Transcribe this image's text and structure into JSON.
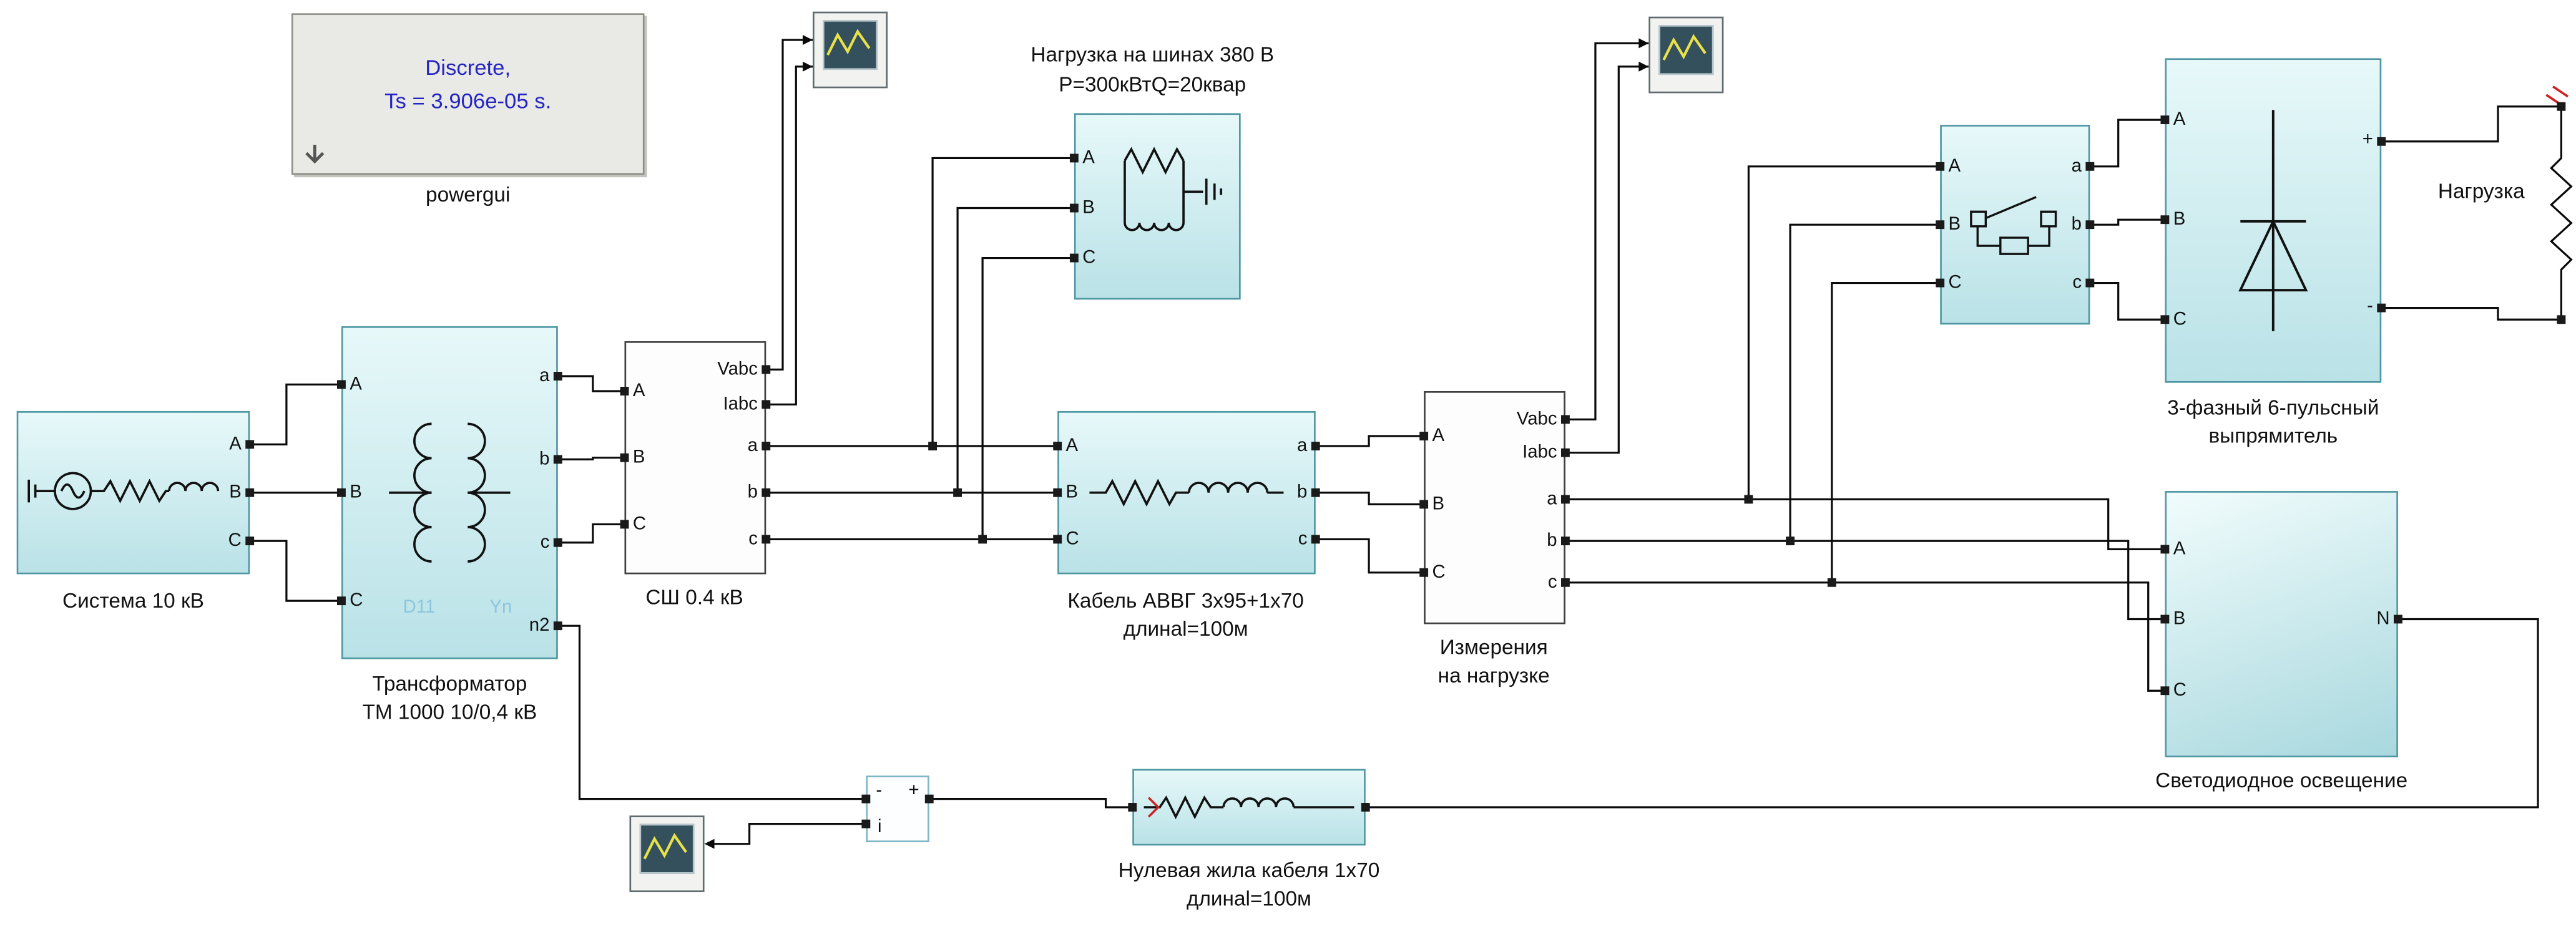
{
  "powergui": {
    "line1": "Discrete,",
    "line2": "Ts = 3.906e-05 s.",
    "name": "powergui"
  },
  "source": {
    "label": "Система 10 кВ",
    "portA": "A",
    "portB": "B",
    "portC": "C"
  },
  "transformer": {
    "label1": "Трансформатор",
    "label2": "ТМ 1000 10/0,4 кВ",
    "primary": "D11",
    "secondary": "Yn",
    "inA": "A",
    "inB": "B",
    "inC": "C",
    "outA": "a",
    "outB": "b",
    "outC": "c",
    "outN": "n2"
  },
  "bus": {
    "label": "СШ 0.4 кВ",
    "inA": "A",
    "inB": "B",
    "inC": "C",
    "outV": "Vabc",
    "outI": "Iabc",
    "outA": "a",
    "outB": "b",
    "outC": "c"
  },
  "busLoad": {
    "title1": "Нагрузка на шинах 380 В",
    "title2": "P=300кВтQ=20квар",
    "inA": "A",
    "inB": "B",
    "inC": "C"
  },
  "cable": {
    "label1": "Кабель АВВГ 3х95+1х70",
    "label2": "длинаl=100м",
    "inA": "A",
    "inB": "B",
    "inC": "C",
    "outA": "a",
    "outB": "b",
    "outC": "c"
  },
  "loadMeasure": {
    "label1": "Измерения",
    "label2": "на нагрузке",
    "inA": "A",
    "inB": "B",
    "inC": "C",
    "outV": "Vabc",
    "outI": "Iabc",
    "outA": "a",
    "outB": "b",
    "outC": "c"
  },
  "breaker": {
    "inA": "A",
    "inB": "B",
    "inC": "C",
    "outA": "a",
    "outB": "b",
    "outC": "c"
  },
  "rectifier": {
    "label1": "3-фазный 6-пульсный",
    "label2": "выпрямитель",
    "inA": "A",
    "inB": "B",
    "inC": "C",
    "outPlus": "+",
    "outMinus": "-"
  },
  "dcLoad": {
    "label": "Нагрузка"
  },
  "led": {
    "label": "Светодиодное освещение",
    "inA": "A",
    "inB": "B",
    "inC": "C",
    "outN": "N"
  },
  "neutralCable": {
    "label1": "Нулевая жила кабеля 1х70",
    "label2": "длинаl=100м"
  },
  "currentMeasure": {
    "minus": "-",
    "plus": "+",
    "out": "i"
  },
  "colors": {
    "block_fill": "#cdeef1",
    "block_border": "#4e97a3",
    "wire": "#0a0a0a",
    "powergui_text": "#2525c4",
    "winding_text": "#8cc6de"
  }
}
